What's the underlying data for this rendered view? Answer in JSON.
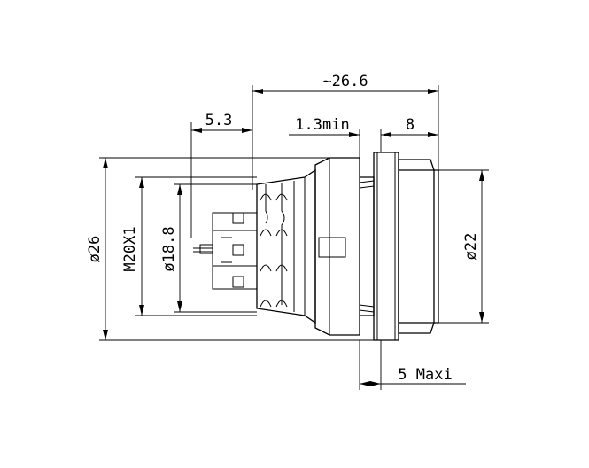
{
  "drawing": {
    "dimensions": {
      "overall_length": "~26.6",
      "pin_depth": "5.3",
      "panel_min": "1.3min",
      "rear_length": "8",
      "panel_max": "5 Maxi",
      "outer_diameter": "ø26",
      "thread": "M20X1",
      "inner_diameter": "ø18.8",
      "rear_diameter": "ø22"
    }
  }
}
